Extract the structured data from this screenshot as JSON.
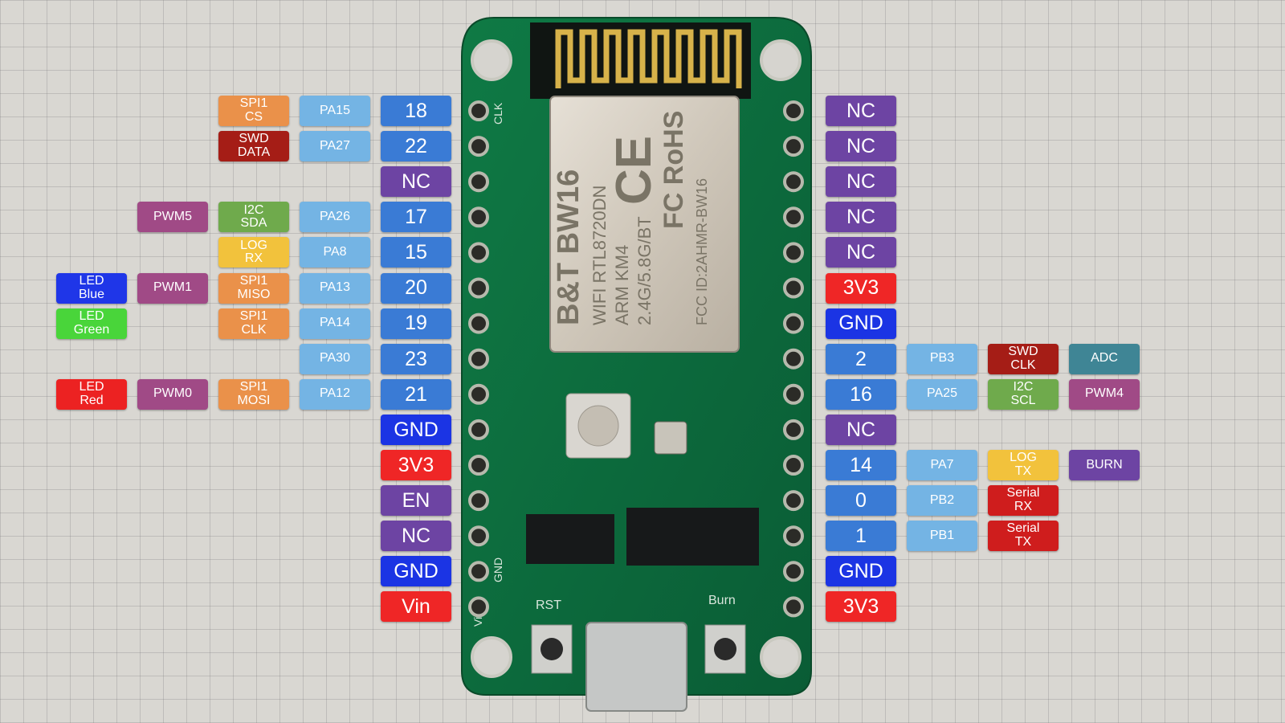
{
  "colors": {
    "gpio": "#3a7bd5",
    "pad": "#74b4e4",
    "nc": "#6d44a3",
    "power": "#ef2626",
    "ground": "#1b34e4",
    "spi": "#ea914a",
    "swd": "#a51d16",
    "i2c": "#6faa4c",
    "log": "#f2c23c",
    "pwm": "#a04a86",
    "led_blue": "#1f36e8",
    "led_green": "#49d53a",
    "led_red": "#ec2222",
    "serial": "#cf1d1d",
    "adc": "#3f8595",
    "burn": "#6d44a3"
  },
  "board": {
    "module_lines": [
      "B&T BW16",
      "WIFI RTL8720DN",
      "ARM KM4",
      "2.4G/5.8G/BT",
      "FCC ID:2AHMR-BW16"
    ],
    "cert_marks": [
      "CE",
      "FC RoHS"
    ],
    "silk_left": [
      "CLK",
      "GND",
      "Vin"
    ],
    "silk_buttons": [
      "RST",
      "Burn"
    ]
  },
  "left_pins": [
    {
      "labels": [
        {
          "text": "18",
          "kind": "gpio"
        },
        {
          "text": "PA15",
          "kind": "pad"
        },
        {
          "text": "SPI1\nCS",
          "kind": "spi"
        }
      ]
    },
    {
      "labels": [
        {
          "text": "22",
          "kind": "gpio"
        },
        {
          "text": "PA27",
          "kind": "pad"
        },
        {
          "text": "SWD\nDATA",
          "kind": "swd"
        }
      ]
    },
    {
      "labels": [
        {
          "text": "NC",
          "kind": "nc"
        }
      ]
    },
    {
      "labels": [
        {
          "text": "17",
          "kind": "gpio"
        },
        {
          "text": "PA26",
          "kind": "pad"
        },
        {
          "text": "I2C\nSDA",
          "kind": "i2c"
        },
        {
          "text": "PWM5",
          "kind": "pwm"
        }
      ]
    },
    {
      "labels": [
        {
          "text": "15",
          "kind": "gpio"
        },
        {
          "text": "PA8",
          "kind": "pad"
        },
        {
          "text": "LOG\nRX",
          "kind": "log"
        }
      ]
    },
    {
      "labels": [
        {
          "text": "20",
          "kind": "gpio"
        },
        {
          "text": "PA13",
          "kind": "pad"
        },
        {
          "text": "SPI1\nMISO",
          "kind": "spi"
        },
        {
          "text": "PWM1",
          "kind": "pwm"
        },
        {
          "text": "LED\nBlue",
          "kind": "led_blue"
        }
      ]
    },
    {
      "labels": [
        {
          "text": "19",
          "kind": "gpio"
        },
        {
          "text": "PA14",
          "kind": "pad"
        },
        {
          "text": "SPI1\nCLK",
          "kind": "spi"
        },
        {
          "text": "",
          "kind": "empty"
        },
        {
          "text": "LED\nGreen",
          "kind": "led_green"
        }
      ]
    },
    {
      "labels": [
        {
          "text": "23",
          "kind": "gpio"
        },
        {
          "text": "PA30",
          "kind": "pad"
        }
      ]
    },
    {
      "labels": [
        {
          "text": "21",
          "kind": "gpio"
        },
        {
          "text": "PA12",
          "kind": "pad"
        },
        {
          "text": "SPI1\nMOSI",
          "kind": "spi"
        },
        {
          "text": "PWM0",
          "kind": "pwm"
        },
        {
          "text": "LED\nRed",
          "kind": "led_red"
        }
      ]
    },
    {
      "labels": [
        {
          "text": "GND",
          "kind": "ground"
        }
      ]
    },
    {
      "labels": [
        {
          "text": "3V3",
          "kind": "power"
        }
      ]
    },
    {
      "labels": [
        {
          "text": "EN",
          "kind": "nc"
        }
      ]
    },
    {
      "labels": [
        {
          "text": "NC",
          "kind": "nc"
        }
      ]
    },
    {
      "labels": [
        {
          "text": "GND",
          "kind": "ground"
        }
      ]
    },
    {
      "labels": [
        {
          "text": "Vin",
          "kind": "power"
        }
      ]
    }
  ],
  "right_pins": [
    {
      "labels": [
        {
          "text": "NC",
          "kind": "nc"
        }
      ]
    },
    {
      "labels": [
        {
          "text": "NC",
          "kind": "nc"
        }
      ]
    },
    {
      "labels": [
        {
          "text": "NC",
          "kind": "nc"
        }
      ]
    },
    {
      "labels": [
        {
          "text": "NC",
          "kind": "nc"
        }
      ]
    },
    {
      "labels": [
        {
          "text": "NC",
          "kind": "nc"
        }
      ]
    },
    {
      "labels": [
        {
          "text": "3V3",
          "kind": "power"
        }
      ]
    },
    {
      "labels": [
        {
          "text": "GND",
          "kind": "ground"
        }
      ]
    },
    {
      "labels": [
        {
          "text": "2",
          "kind": "gpio"
        },
        {
          "text": "PB3",
          "kind": "pad"
        },
        {
          "text": "SWD\nCLK",
          "kind": "swd"
        },
        {
          "text": "ADC",
          "kind": "adc"
        }
      ]
    },
    {
      "labels": [
        {
          "text": "16",
          "kind": "gpio"
        },
        {
          "text": "PA25",
          "kind": "pad"
        },
        {
          "text": "I2C\nSCL",
          "kind": "i2c"
        },
        {
          "text": "PWM4",
          "kind": "pwm"
        }
      ]
    },
    {
      "labels": [
        {
          "text": "NC",
          "kind": "nc"
        }
      ]
    },
    {
      "labels": [
        {
          "text": "14",
          "kind": "gpio"
        },
        {
          "text": "PA7",
          "kind": "pad"
        },
        {
          "text": "LOG\nTX",
          "kind": "log"
        },
        {
          "text": "BURN",
          "kind": "burn"
        }
      ]
    },
    {
      "labels": [
        {
          "text": "0",
          "kind": "gpio"
        },
        {
          "text": "PB2",
          "kind": "pad"
        },
        {
          "text": "Serial\nRX",
          "kind": "serial"
        }
      ]
    },
    {
      "labels": [
        {
          "text": "1",
          "kind": "gpio"
        },
        {
          "text": "PB1",
          "kind": "pad"
        },
        {
          "text": "Serial\nTX",
          "kind": "serial"
        }
      ]
    },
    {
      "labels": [
        {
          "text": "GND",
          "kind": "ground"
        }
      ]
    },
    {
      "labels": [
        {
          "text": "3V3",
          "kind": "power"
        }
      ]
    }
  ]
}
